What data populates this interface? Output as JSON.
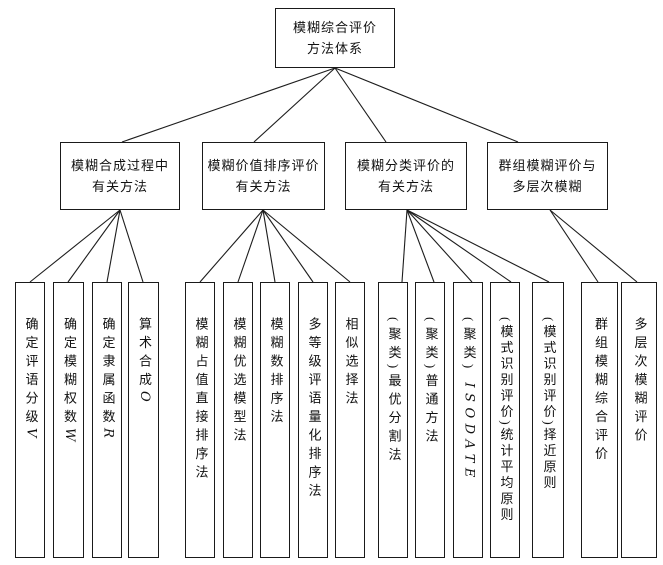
{
  "diagram": {
    "title": "模糊综合评价方法体系",
    "colors": {
      "line": "#1d1d1d",
      "box_border": "#1a1a1a",
      "background": "#ffffff",
      "text": "#111111"
    },
    "root": {
      "line1": "模糊综合评价",
      "line2": "方法体系"
    },
    "branches": [
      {
        "line1": "模糊合成过程中",
        "line2": "有关方法",
        "children": [
          "确定评语分级V",
          "确定模糊权数W",
          "确定隶属函数R",
          "算术合成O"
        ]
      },
      {
        "line1": "模糊价值排序评价",
        "line2": "有关方法",
        "children": [
          "模糊占值直接排序法",
          "模糊优选模型法",
          "模糊数排序法",
          "多等级评语量化排序法",
          "相似选择法"
        ]
      },
      {
        "line1": "模糊分类评价的",
        "line2": "有关方法",
        "children": [
          "(聚类)最优分割法",
          "(聚类)普通方法",
          "(聚类) ISODATE",
          "(模式识别评价)统计平均原则",
          "(模式识别评价)择近原则"
        ]
      },
      {
        "line1": "群组模糊评价与",
        "line2": "多层次模糊",
        "children": [
          "群组模糊综合评价",
          "多层次模糊评价"
        ]
      }
    ]
  }
}
